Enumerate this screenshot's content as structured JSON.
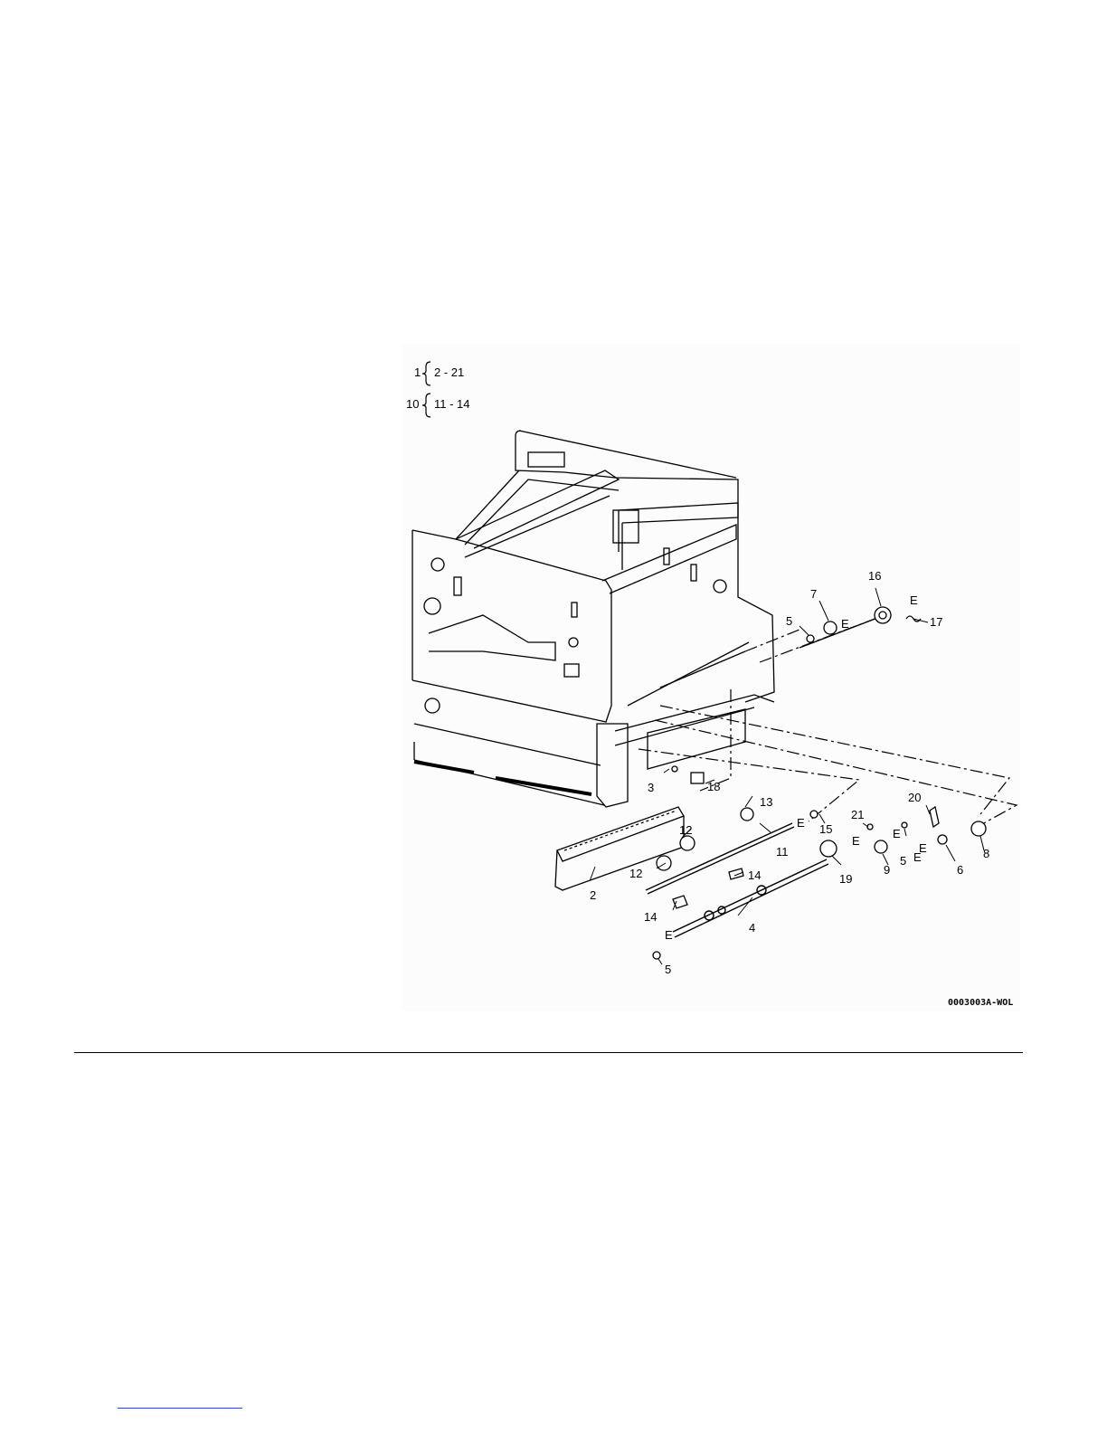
{
  "figure": {
    "legend": [
      {
        "ref": "1",
        "range": "2 - 21"
      },
      {
        "ref": "10",
        "range": "11 - 14"
      }
    ],
    "callouts": {
      "c2": "2",
      "c3": "3",
      "c4": "4",
      "c5a": "5",
      "c5b": "5",
      "c5c": "5",
      "c6": "6",
      "c7": "7",
      "c8": "8",
      "c9": "9",
      "c11": "11",
      "c12a": "12",
      "c12b": "12",
      "c13": "13",
      "c14a": "14",
      "c14b": "14",
      "c15": "15",
      "c16": "16",
      "c17": "17",
      "c18": "18",
      "c19": "19",
      "c20": "20",
      "c21": "21"
    },
    "e_marks": {
      "e1": "E",
      "e2": "E",
      "e3": "E",
      "e4": "E",
      "e5": "E",
      "e6": "E",
      "e7": "E",
      "e8": "E"
    },
    "code": "0003003A-WOL"
  }
}
